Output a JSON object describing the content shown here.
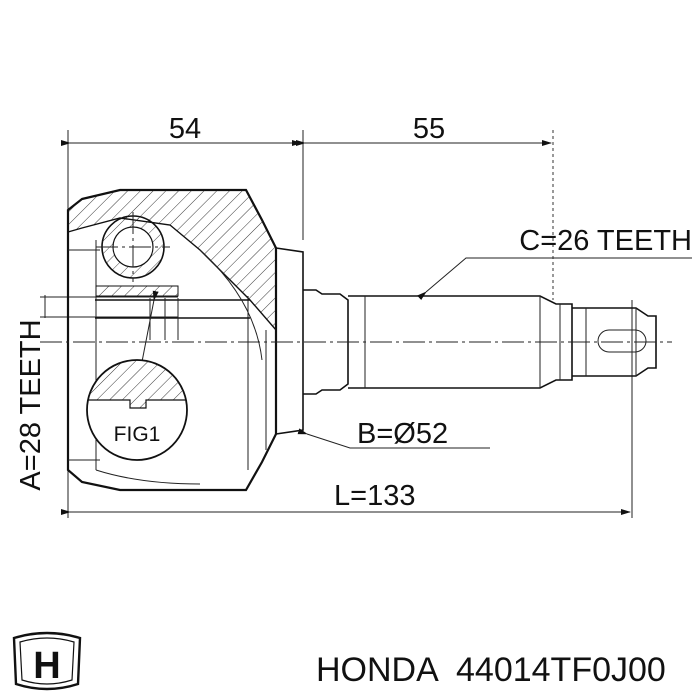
{
  "dimensions": {
    "housing_length": "54",
    "shaft_length": "55",
    "total_length": "L=133",
    "outer_teeth": "C=26 TEETH",
    "inner_teeth": "A=28 TEETH",
    "abs_diameter": "B=Ø52"
  },
  "detail_label": "FIG1",
  "footer": {
    "brand": "HONDA",
    "part_number": "44014TF0J00",
    "logo_letter": "H"
  }
}
